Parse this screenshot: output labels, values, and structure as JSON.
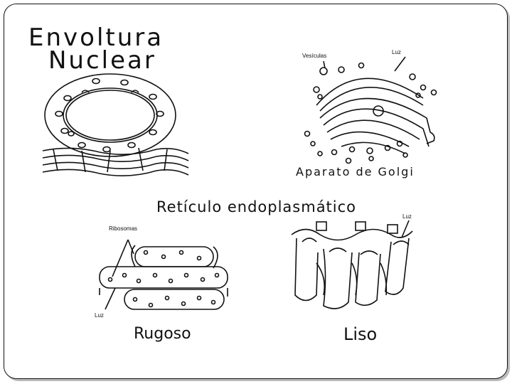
{
  "titles": {
    "nuclear_line1": "Envoltura",
    "nuclear_line2": "Nuclear",
    "golgi": "Aparato de Golgi",
    "reticulo": "Retículo endoplasmático",
    "rugoso": "Rugoso",
    "liso": "Liso"
  },
  "labels": {
    "vesiculas": "Vesículas",
    "luz_golgi": "Luz",
    "ribosomas": "Ribosomas",
    "luz_rugoso": "Luz",
    "luz_liso": "Luz"
  }
}
